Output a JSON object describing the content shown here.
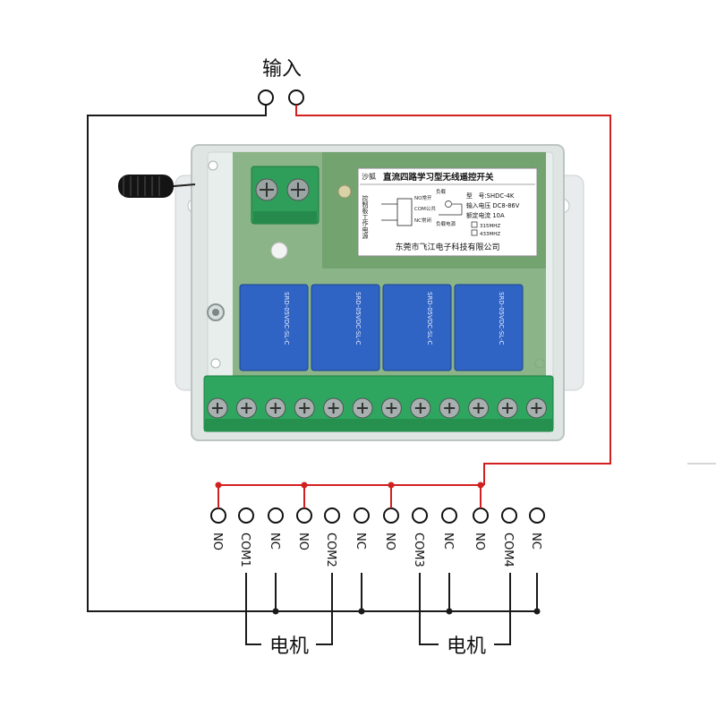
{
  "input_label": "输入",
  "motor_labels": [
    "电机",
    "电机"
  ],
  "terminal_labels": [
    "NO",
    "COM1",
    "NC",
    "NO",
    "COM2",
    "NC",
    "NO",
    "COM3",
    "NC",
    "NO",
    "COM4",
    "NC"
  ],
  "product_label": {
    "brand": "沙狐",
    "title": "直流四路学习型无线遥控开关",
    "model_line": "型　号:SHDC-4K",
    "voltage_line": "输入电压  DC8-86V",
    "current_line": "额定电流  10A",
    "freq_315": "315MHZ",
    "freq_433": "433MHZ",
    "left_vertical": "控制板工作电源",
    "no_text": "NO常开",
    "com_text": "COM公共",
    "nc_text": "NC常闭",
    "load_text": "负载",
    "load_power_text": "负载电源",
    "company": "东莞市飞江电子科技有限公司"
  },
  "relay_text": "SRD-05VDC-SL-C",
  "colors": {
    "wire_black": "#1a1a1a",
    "wire_red": "#d21f1f",
    "pcb_green": "#6fa76a",
    "relay_blue": "#2f63c4",
    "terminal_green": "#35b36a"
  }
}
